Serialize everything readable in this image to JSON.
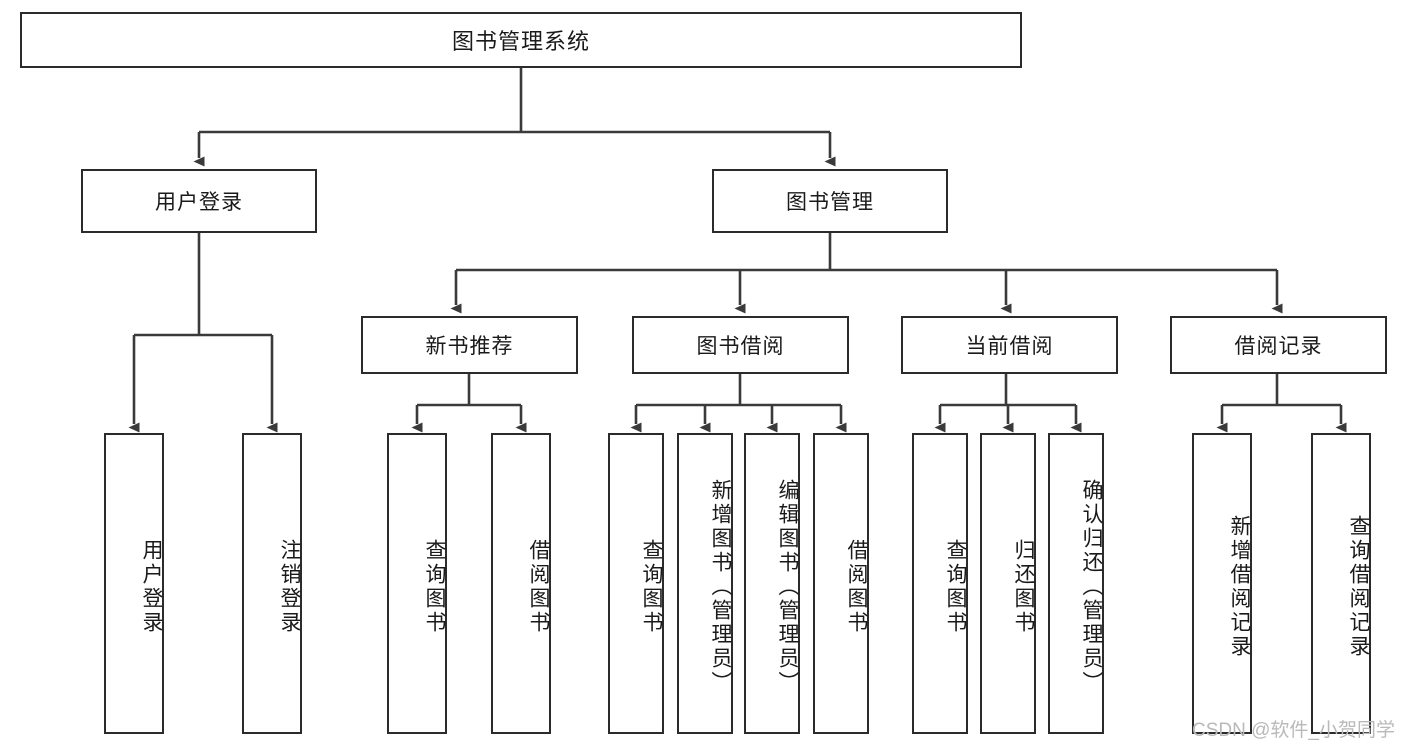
{
  "diagram": {
    "type": "tree",
    "title": "图书管理系统",
    "colors": {
      "background": "#ffffff",
      "node_fill": "#ffffff",
      "node_border": "#2b2b2b",
      "edge": "#3a3a3a",
      "text": "#1a1a1a",
      "watermark": "#b9b9b9"
    },
    "root": {
      "label": "图书管理系统"
    },
    "level2": [
      {
        "label": "用户登录"
      },
      {
        "label": "图书管理"
      }
    ],
    "level3": [
      {
        "label": "新书推荐"
      },
      {
        "label": "图书借阅"
      },
      {
        "label": "当前借阅"
      },
      {
        "label": "借阅记录"
      }
    ],
    "leaves": {
      "user_login": [
        {
          "label": "用户登录"
        },
        {
          "label": "注销登录"
        }
      ],
      "new_book_recommend": [
        {
          "label": "查询图书"
        },
        {
          "label": "借阅图书"
        }
      ],
      "book_borrow": [
        {
          "label": "查询图书"
        },
        {
          "label": "新增图书（管理员）"
        },
        {
          "label": "编辑图书（管理员）"
        },
        {
          "label": "借阅图书"
        }
      ],
      "current_borrow": [
        {
          "label": "查询图书"
        },
        {
          "label": "归还图书"
        },
        {
          "label": "确认归还（管理员）"
        }
      ],
      "borrow_record": [
        {
          "label": "新增借阅记录"
        },
        {
          "label": "查询借阅记录"
        }
      ]
    }
  },
  "watermark": {
    "text": "CSDN @软件_小贺同学"
  }
}
